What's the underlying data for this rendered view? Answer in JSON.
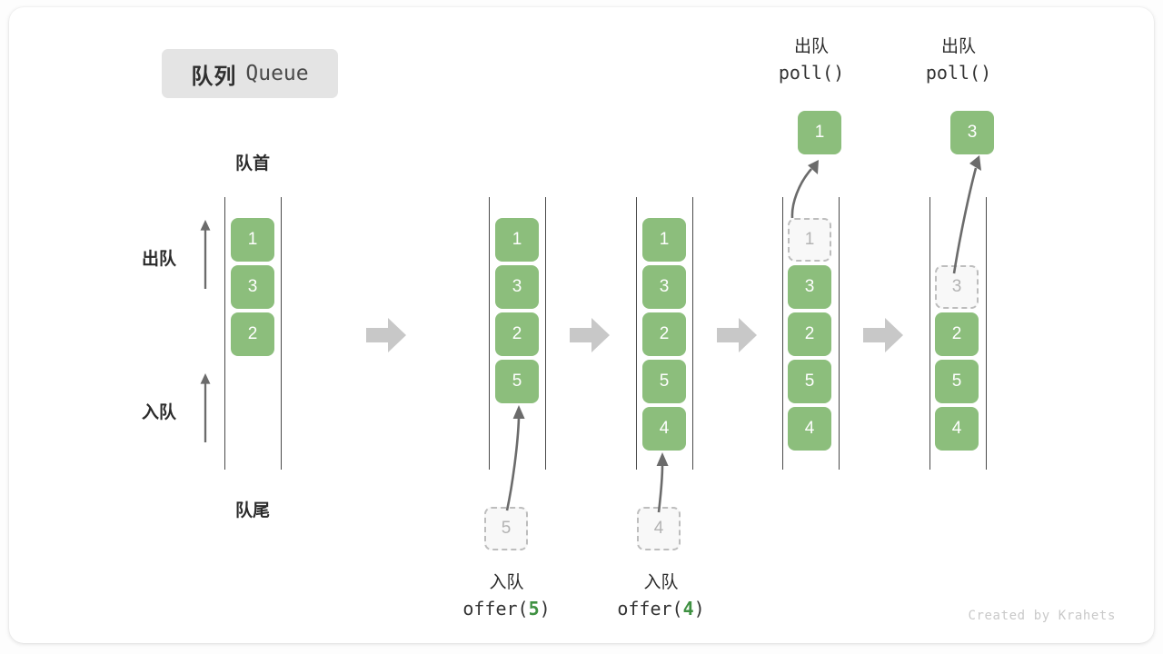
{
  "title": {
    "cn": "队列",
    "en": "Queue"
  },
  "labels": {
    "front": "队首",
    "rear": "队尾",
    "dequeue": "出队",
    "enqueue": "入队"
  },
  "colors": {
    "cell_fill": "#8cbe7c",
    "cell_text": "#ffffff",
    "ghost_fill": "#f8f8f8",
    "ghost_border": "#bdbdbd",
    "ghost_text": "#b3b3b3",
    "rail": "#4a4a4a",
    "block_arrow": "#c8c8c8",
    "curve_arrow": "#6b6b6b",
    "badge_bg": "#e4e4e4",
    "accent_green": "#3f9142",
    "footer_text": "#c9c9c9"
  },
  "panels": [
    {
      "id": "initial",
      "cells": [
        "1",
        "3",
        "2"
      ],
      "ghost_index": -1,
      "op_cn": "",
      "op_code": ""
    },
    {
      "id": "after-offer-5",
      "cells": [
        "1",
        "3",
        "2",
        "5"
      ],
      "ghost_index": -1,
      "op_cn": "入队",
      "op_code_prefix": "offer(",
      "op_code_value": "5",
      "op_code_suffix": ")",
      "incoming_value": "5"
    },
    {
      "id": "after-offer-4",
      "cells": [
        "1",
        "3",
        "2",
        "5",
        "4"
      ],
      "ghost_index": -1,
      "op_cn": "入队",
      "op_code_prefix": "offer(",
      "op_code_value": "4",
      "op_code_suffix": ")",
      "incoming_value": "4"
    },
    {
      "id": "after-poll-1",
      "cells": [
        "1",
        "3",
        "2",
        "5",
        "4"
      ],
      "ghost_index": 0,
      "op_cn": "出队",
      "op_code": "poll()",
      "popped_value": "1"
    },
    {
      "id": "after-poll-3",
      "cells": [
        "3",
        "2",
        "5",
        "4"
      ],
      "ghost_index": 0,
      "op_cn": "出队",
      "op_code": "poll()",
      "popped_value": "3"
    }
  ],
  "footer": "Created by Krahets"
}
